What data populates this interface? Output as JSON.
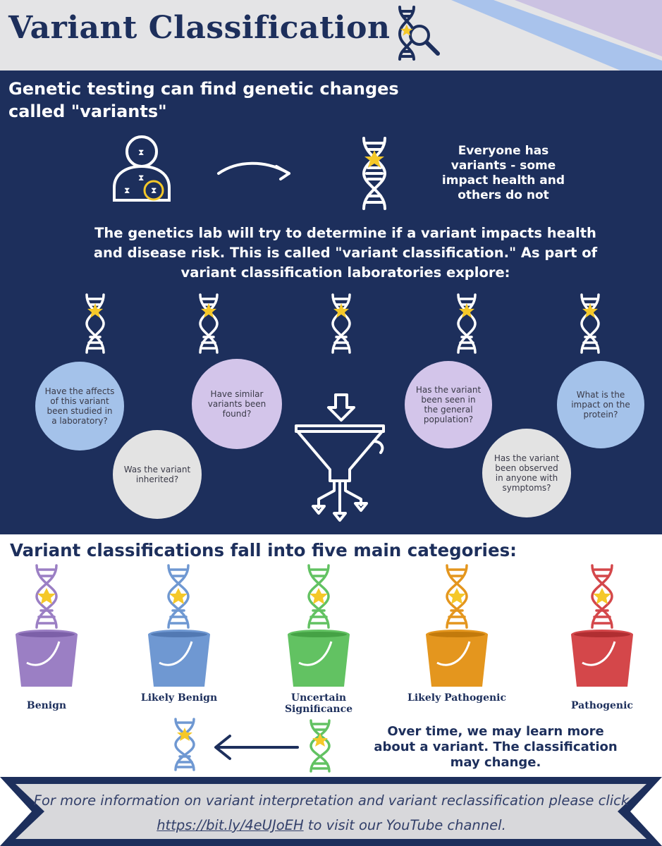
{
  "header": {
    "title": "Variant Classification",
    "accent_colors": [
      "#c8c0e0",
      "#a9c3ec"
    ],
    "icon": "dna-magnifier-icon"
  },
  "intro": {
    "heading": "Genetic testing can find genetic changes called \"variants\"",
    "everyone_text": "Everyone has variants - some impact health and others do not"
  },
  "lab": {
    "text": "The genetics lab will try to determine if a variant impacts health and disease risk. This is called \"variant classification.\" As part of variant classification laboratories explore:"
  },
  "questions": [
    {
      "text": "Have the affects of this variant been studied in a laboratory?",
      "color": "#a4c2ea"
    },
    {
      "text": "Was the variant inherited?",
      "color": "#e3e3e3"
    },
    {
      "text": "Have similar variants been found?",
      "color": "#d3c5ea"
    },
    {
      "text": "Has the variant been seen in the general population?",
      "color": "#d3c5ea"
    },
    {
      "text": "Has the variant been observed in anyone with symptoms?",
      "color": "#e3e3e3"
    },
    {
      "text": "What is the impact on the protein?",
      "color": "#a4c2ea"
    }
  ],
  "categories": {
    "heading": "Variant classifications fall into five main categories:",
    "items": [
      {
        "label": "Benign",
        "color": "#9b7fc4"
      },
      {
        "label": "Likely Benign",
        "color": "#6f98d2"
      },
      {
        "label": "Uncertain Significance",
        "color": "#62c262"
      },
      {
        "label": "Likely Pathogenic",
        "color": "#e4961e"
      },
      {
        "label": "Pathogenic",
        "color": "#d4474a"
      }
    ]
  },
  "reclassification": {
    "text": "Over time, we may learn more about a variant. The classification may change."
  },
  "footer": {
    "text_before": "For more information on variant interpretation and variant reclassification please click ",
    "link": "https://bit.ly/4eUJoEH",
    "text_after": " to visit our YouTube channel."
  },
  "colors": {
    "navy": "#1d2f5c",
    "star": "#f5c829",
    "background": "#ffffff"
  }
}
